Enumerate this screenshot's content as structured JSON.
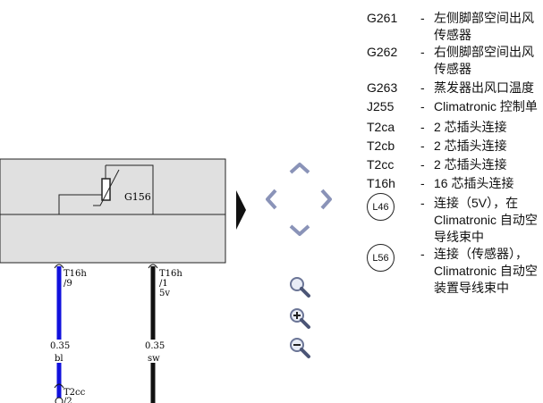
{
  "diagram": {
    "component_code": "G156",
    "connector_top_left": {
      "name": "T16h",
      "pin": "/9"
    },
    "connector_top_right": {
      "name": "T16h",
      "pin": "/1",
      "extra": "5v"
    },
    "wire_left": {
      "gauge": "0.35",
      "color_code": "bl",
      "color": "#1111dd"
    },
    "wire_right": {
      "gauge": "0.35",
      "color_code": "sw",
      "color": "#111111"
    },
    "connector_bottom_left": {
      "name": "T2cc",
      "pin": "/2"
    }
  },
  "controls": {
    "icons": [
      "arrow-up-icon",
      "arrow-left-icon",
      "arrow-right-icon",
      "arrow-down-icon",
      "zoom-fit-icon",
      "zoom-in-icon",
      "zoom-out-icon",
      "panel-toggle-icon"
    ]
  },
  "legend": {
    "items": [
      {
        "code": "G261",
        "dash": "-",
        "desc": "左侧脚部空间出风\n传感器"
      },
      {
        "code": "G262",
        "dash": "-",
        "desc": "右侧脚部空间出风\n传感器"
      },
      {
        "code": "G263",
        "dash": "-",
        "desc": "蒸发器出风口温度"
      },
      {
        "code": "J255",
        "dash": "-",
        "desc": "Climatronic 控制单"
      },
      {
        "code": "T2ca",
        "dash": "-",
        "desc": "2 芯插头连接"
      },
      {
        "code": "T2cb",
        "dash": "-",
        "desc": "2 芯插头连接"
      },
      {
        "code": "T2cc",
        "dash": "-",
        "desc": "2 芯插头连接"
      },
      {
        "code": "T16h",
        "dash": "-",
        "desc": "16 芯插头连接"
      }
    ],
    "circled": [
      {
        "code": "L46",
        "dash": "-",
        "desc": "连接（5V），在\nClimatronic 自动空\n导线束中"
      },
      {
        "code": "L56",
        "dash": "-",
        "desc": "连接（传感器），\nClimatronic 自动空\n装置导线束中"
      }
    ]
  }
}
